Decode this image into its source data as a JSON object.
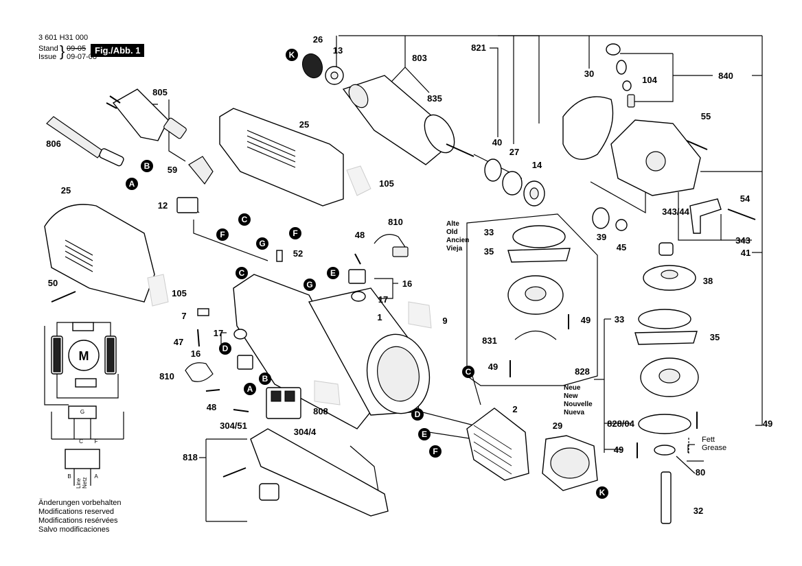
{
  "header": {
    "part_number": "3 601 H31 000",
    "stand": "Stand",
    "issue": "Issue",
    "old_date": "09-05",
    "new_date": "09-07-08",
    "figure": "Fig./Abb. 1"
  },
  "notes": [
    "Änderungen vorbehalten",
    "Modifications reserved",
    "Modifications resérvées",
    "Salvo modificaciones"
  ],
  "old_block": [
    "Alte",
    "Old",
    "Ancien",
    "Vieja"
  ],
  "new_block": [
    "Neue",
    "New",
    "Nouvelle",
    "Nueva"
  ],
  "grease": [
    "Fett",
    "Grease"
  ],
  "schematic": {
    "motor": "M",
    "g": "G",
    "c": "C",
    "f": "F",
    "b": "B",
    "a": "A",
    "line": "Line",
    "netz": "Netz"
  },
  "labels": {
    "l26": "26",
    "l13": "13",
    "l803": "803",
    "l835": "835",
    "l821": "821",
    "l30": "30",
    "l104": "104",
    "l840": "840",
    "l805": "805",
    "l806": "806",
    "l25a": "25",
    "l59": "59",
    "l105a": "105",
    "l40": "40",
    "l27": "27",
    "l14": "14",
    "l55": "55",
    "l54": "54",
    "l34344": "343/44",
    "l343": "343",
    "l39": "39",
    "l45": "45",
    "l41": "41",
    "l12": "12",
    "l25b": "25",
    "l52": "52",
    "l810a": "810",
    "l48a": "48",
    "l16a": "16",
    "l17a": "17",
    "l1": "1",
    "l9": "9",
    "l50": "50",
    "l105b": "105",
    "l7": "7",
    "l47": "47",
    "l17b": "17",
    "l16b": "16",
    "l810b": "810",
    "l48b": "48",
    "l30451": "304/51",
    "l3044": "304/4",
    "l808": "808",
    "l818": "818",
    "l33a": "33",
    "l35a": "35",
    "l49a": "49",
    "l831": "831",
    "l49b": "49",
    "l38": "38",
    "l33b": "33",
    "l35b": "35",
    "l828": "828",
    "l82804": "828/04",
    "l49c": "49",
    "l49d": "49",
    "l80": "80",
    "l32": "32",
    "l2": "2",
    "l29": "29"
  },
  "bullets": {
    "k1": "K",
    "b1": "B",
    "a1": "A",
    "c1": "C",
    "f1": "F",
    "g1": "G",
    "f2": "F",
    "c2": "C",
    "g2": "G",
    "e1": "E",
    "d1": "D",
    "b2": "B",
    "a2": "A",
    "c3": "C",
    "d2": "D",
    "e2": "E",
    "f3": "F",
    "k2": "K"
  }
}
